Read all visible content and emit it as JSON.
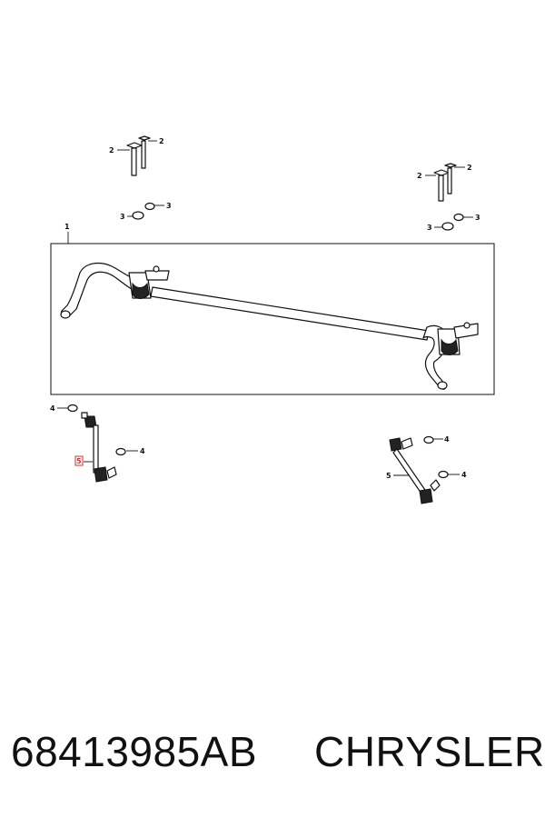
{
  "diagram": {
    "callouts": {
      "c1": "1",
      "c2a": "2",
      "c2b": "2",
      "c2c": "2",
      "c2d": "2",
      "c3a": "3",
      "c3b": "3",
      "c3c": "3",
      "c3d": "3",
      "c4a": "4",
      "c4b": "4",
      "c4c": "4",
      "c4d": "4",
      "c5a": "5",
      "c5b": "5"
    },
    "highlight_color": "#d33030"
  },
  "footer": {
    "part_number": "68413985AB",
    "brand": "CHRYSLER"
  }
}
